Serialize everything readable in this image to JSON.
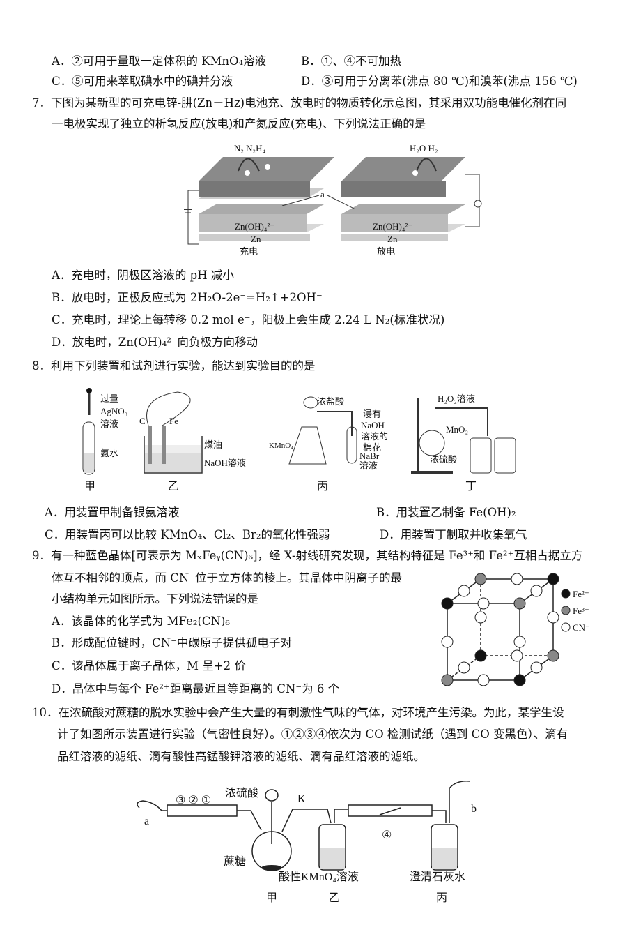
{
  "q6_options": {
    "A": "A．②可用于量取一定体积的 KMnO₄溶液",
    "B": "B．①、④不可加热",
    "C": "C．⑤可用来萃取碘水中的碘并分液",
    "D": "D．③可用于分离苯(沸点 80 ℃)和溴苯(沸点 156 ℃)"
  },
  "q7": {
    "stem_line1": "7．下图为某新型的可充电锌-肼(Zn－Hz)电池充、放电时的物质转化示意图，其采用双功能电催化剂在同",
    "stem_line2": "一电极实现了独立的析氢反应(放电)和产氮反应(充电)、下列说法正确的是",
    "diagram": {
      "left_gases": "N₂  N₂H₄",
      "right_gases": "H₂O   H₂",
      "label_a": "a",
      "zincate": "Zn(OH)₄²⁻",
      "zn": "Zn",
      "charge": "充电",
      "discharge": "放电"
    },
    "options": {
      "A": "A．充电时，阴极区溶液的 pH 减小",
      "B": "B．放电时，正极反应式为 2H₂O-2e⁻=H₂↑+2OH⁻",
      "C": "C．充电时，理论上每转移 0.2 mol e⁻，阳极上会生成 2.24 L N₂(标准状况)",
      "D": "D．放电时，Zn(OH)₄²⁻向负极方向移动"
    }
  },
  "q8": {
    "stem": "8．利用下列装置和试剂进行实验，能达到实验目的的是",
    "diagram": {
      "jia": {
        "name": "甲",
        "reagent1": "过量",
        "reagent2": "AgNO₃",
        "reagent3": "溶液",
        "reagent4": "氨水"
      },
      "yi": {
        "name": "乙",
        "electrode_c": "C",
        "electrode_fe": "Fe",
        "oil": "煤油",
        "solution": "NaOH溶液"
      },
      "bing": {
        "name": "丙",
        "acid": "浓盐酸",
        "kmno4": "KMnO₄",
        "cotton1": "浸有",
        "cotton2": "NaOH",
        "cotton3": "溶液的",
        "cotton4": "棉花",
        "nabr1": "NaBr",
        "nabr2": "溶液"
      },
      "ding": {
        "name": "丁",
        "h2o2": "H₂O₂溶液",
        "mno2": "MnO₂",
        "acid": "浓硫酸"
      }
    },
    "options": {
      "A": "A．用装置甲制备银氨溶液",
      "B": "B．用装置乙制备 Fe(OH)₂",
      "C": "C．用装置丙可以比较 KMnO₄、Cl₂、Br₂的氧化性强弱",
      "D": "D．用装置丁制取并收集氧气"
    }
  },
  "q9": {
    "stem_line1": "9．有一种蓝色晶体[可表示为 MₓFeᵧ(CN)₆]，经 X-射线研究发现，其结构特征是 Fe³⁺和 Fe²⁺互相占据立方",
    "stem_line2": "体互不相邻的顶点，而 CN⁻位于立方体的棱上。其晶体中阴离子的最",
    "stem_line3": "小结构单元如图所示。下列说法错误的是",
    "legend": {
      "fe2": "Fe²⁺",
      "fe3": "Fe³⁺",
      "cn": "CN⁻"
    },
    "options": {
      "A": "A．该晶体的化学式为 MFe₂(CN)₆",
      "B": "B．形成配位键时，CN⁻中碳原子提供孤电子对",
      "C": "C．该晶体属于离子晶体，M 呈+2 价",
      "D": "D．晶体中与每个 Fe²⁺距离最近且等距离的 CN⁻为 6 个"
    }
  },
  "q10": {
    "stem_line1": "10．在浓硫酸对蔗糖的脱水实验中会产生大量的有刺激性气味的气体，对环境产生污染。为此，某学生设",
    "stem_line2": "计了如图所示装置进行实验（气密性良好）。①②③④依次为 CO 检测试纸（遇到 CO 变黑色）、滴有",
    "stem_line3": "品红溶液的滤纸、滴有酸性高锰酸钾溶液的滤纸、滴有品红溶液的滤纸。",
    "diagram": {
      "papers": "③ ② ①",
      "acid": "浓硫酸",
      "k": "K",
      "a": "a",
      "b": "b",
      "paper4": "④",
      "sugar": "蔗糖",
      "kmno4": "酸性KMnO₄溶液",
      "limewater": "澄清石灰水",
      "jia": "甲",
      "yi": "乙",
      "bing": "丙"
    }
  }
}
